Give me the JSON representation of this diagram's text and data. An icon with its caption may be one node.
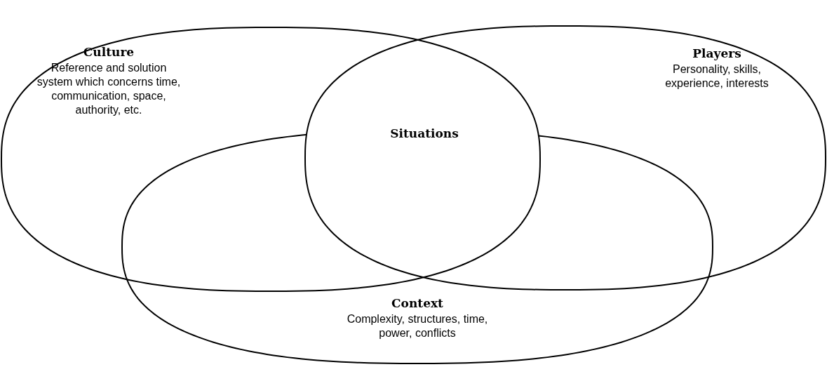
{
  "diagram": {
    "nodes": [
      {
        "text": [
          "Culture",
          "Reference and solution system which concerns time, communication, space, authority, etc."
        ]
      },
      {
        "text": [
          "Players",
          "Personality, skills, experience, interests"
        ]
      },
      {
        "text": [
          "Context",
          "Complexity, structures, time, power, conflicts"
        ]
      }
    ],
    "labels": [
      "Situations"
    ]
  }
}
